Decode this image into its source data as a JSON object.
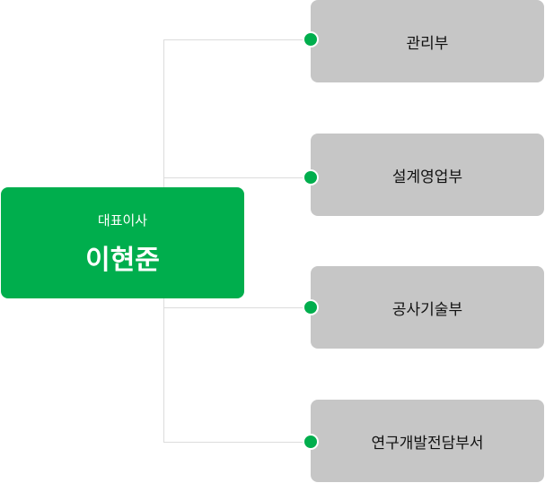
{
  "ceo": {
    "role": "대표이사",
    "name": "이현준"
  },
  "departments": [
    {
      "label": "관리부"
    },
    {
      "label": "설계영업부"
    },
    {
      "label": "공사기술부"
    },
    {
      "label": "연구개발전담부서"
    }
  ],
  "colors": {
    "accent": "#00ae4d",
    "dept_bg": "#c6c6c6",
    "line": "#dcdcdc"
  }
}
